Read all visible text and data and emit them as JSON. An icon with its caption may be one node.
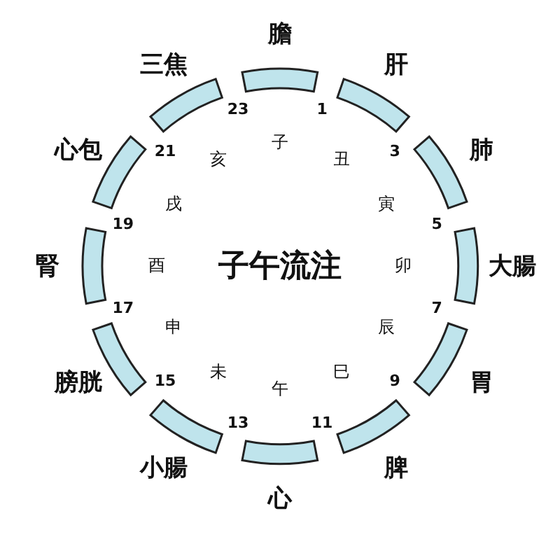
{
  "diagram": {
    "title": "子午流注",
    "nodes": [
      {
        "text": [
          "膽"
        ]
      },
      {
        "text": [
          "肝"
        ]
      },
      {
        "text": [
          "肺"
        ]
      },
      {
        "text": [
          "大腸"
        ]
      },
      {
        "text": [
          "胃"
        ]
      },
      {
        "text": [
          "脾"
        ]
      },
      {
        "text": [
          "心"
        ]
      },
      {
        "text": [
          "小腸"
        ]
      },
      {
        "text": [
          "膀胱"
        ]
      },
      {
        "text": [
          "腎"
        ]
      },
      {
        "text": [
          "心包"
        ]
      },
      {
        "text": [
          "三焦"
        ]
      }
    ],
    "edges": [],
    "labels": [
      "子",
      "丑",
      "寅",
      "卯",
      "辰",
      "巳",
      "午",
      "未",
      "申",
      "酉",
      "戌",
      "亥",
      "1",
      "3",
      "5",
      "7",
      "9",
      "11",
      "13",
      "15",
      "17",
      "19",
      "21",
      "23"
    ]
  }
}
